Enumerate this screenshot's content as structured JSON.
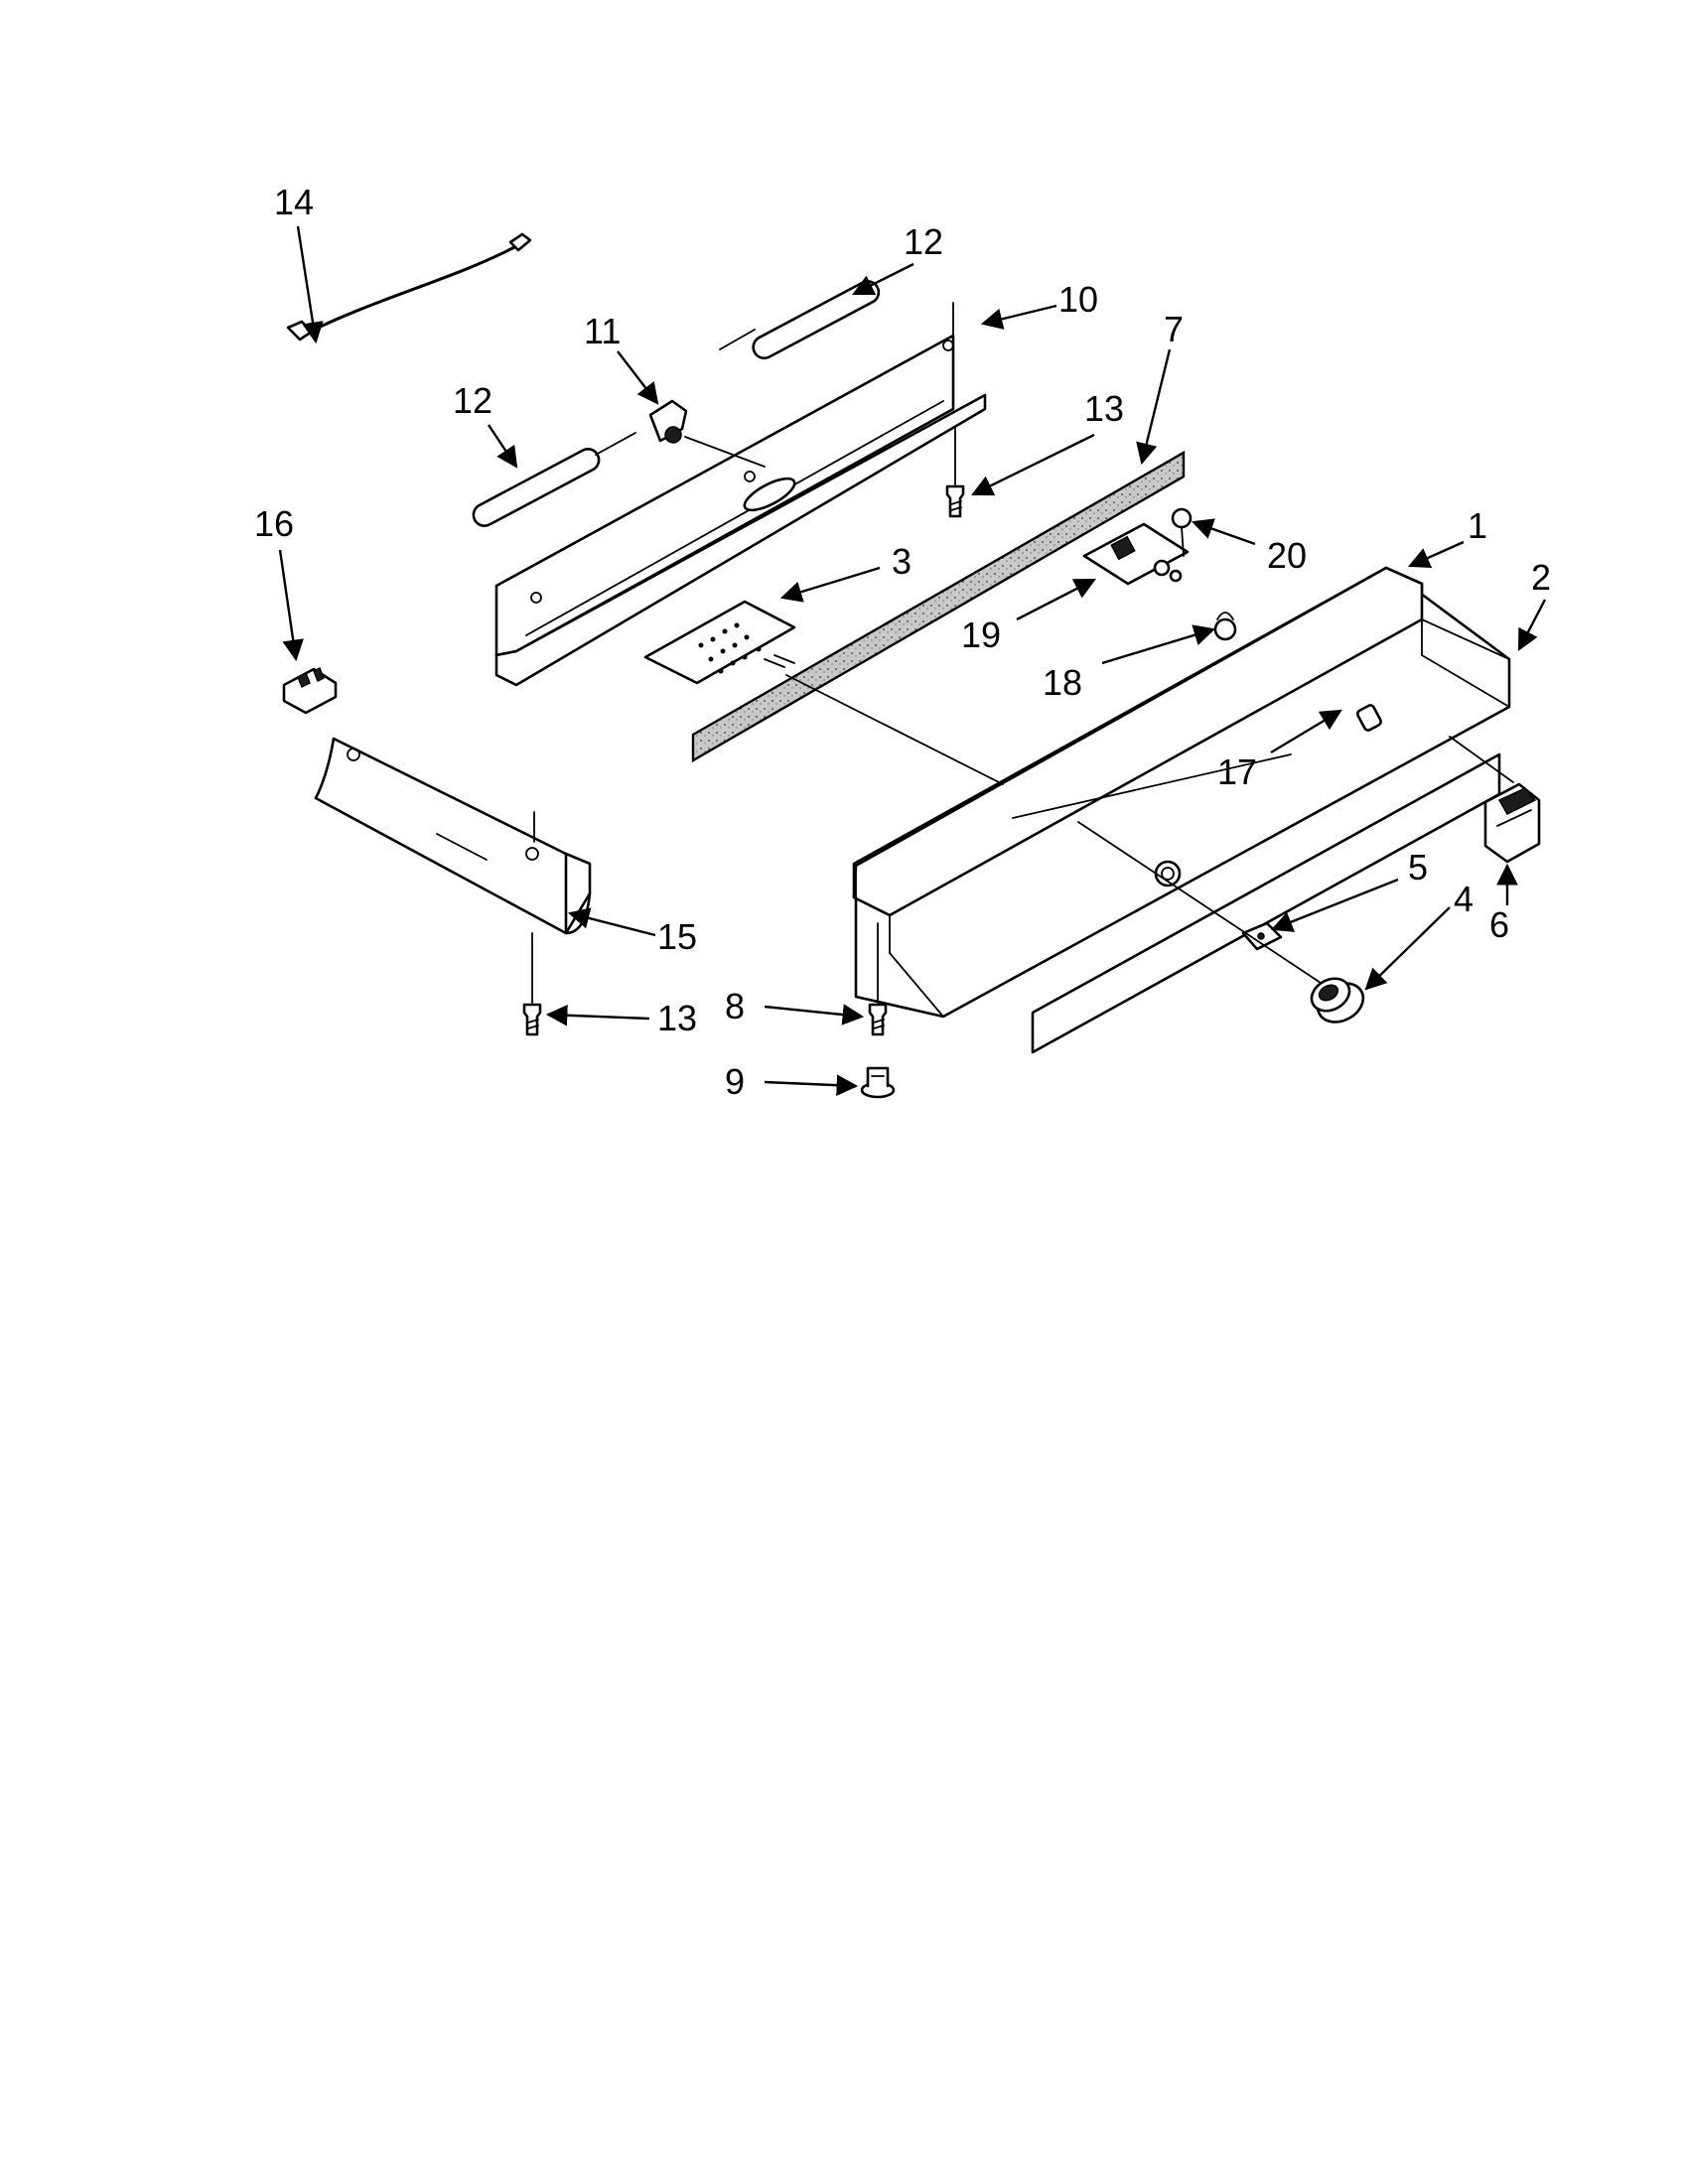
{
  "diagram": {
    "callouts": [
      {
        "id": "c14a",
        "label": "14"
      },
      {
        "id": "c12a",
        "label": "12"
      },
      {
        "id": "c10",
        "label": "10"
      },
      {
        "id": "c11",
        "label": "11"
      },
      {
        "id": "c12b",
        "label": "12"
      },
      {
        "id": "c7",
        "label": "7"
      },
      {
        "id": "c13a",
        "label": "13"
      },
      {
        "id": "c16",
        "label": "16"
      },
      {
        "id": "c3",
        "label": "3"
      },
      {
        "id": "c1",
        "label": "1"
      },
      {
        "id": "c2",
        "label": "2"
      },
      {
        "id": "c20",
        "label": "20"
      },
      {
        "id": "c19",
        "label": "19"
      },
      {
        "id": "c18",
        "label": "18"
      },
      {
        "id": "c17",
        "label": "17"
      },
      {
        "id": "c15",
        "label": "15"
      },
      {
        "id": "c5",
        "label": "5"
      },
      {
        "id": "c4",
        "label": "4"
      },
      {
        "id": "c6",
        "label": "6"
      },
      {
        "id": "c13b",
        "label": "13"
      },
      {
        "id": "c8",
        "label": "8"
      },
      {
        "id": "c9",
        "label": "9"
      }
    ]
  }
}
